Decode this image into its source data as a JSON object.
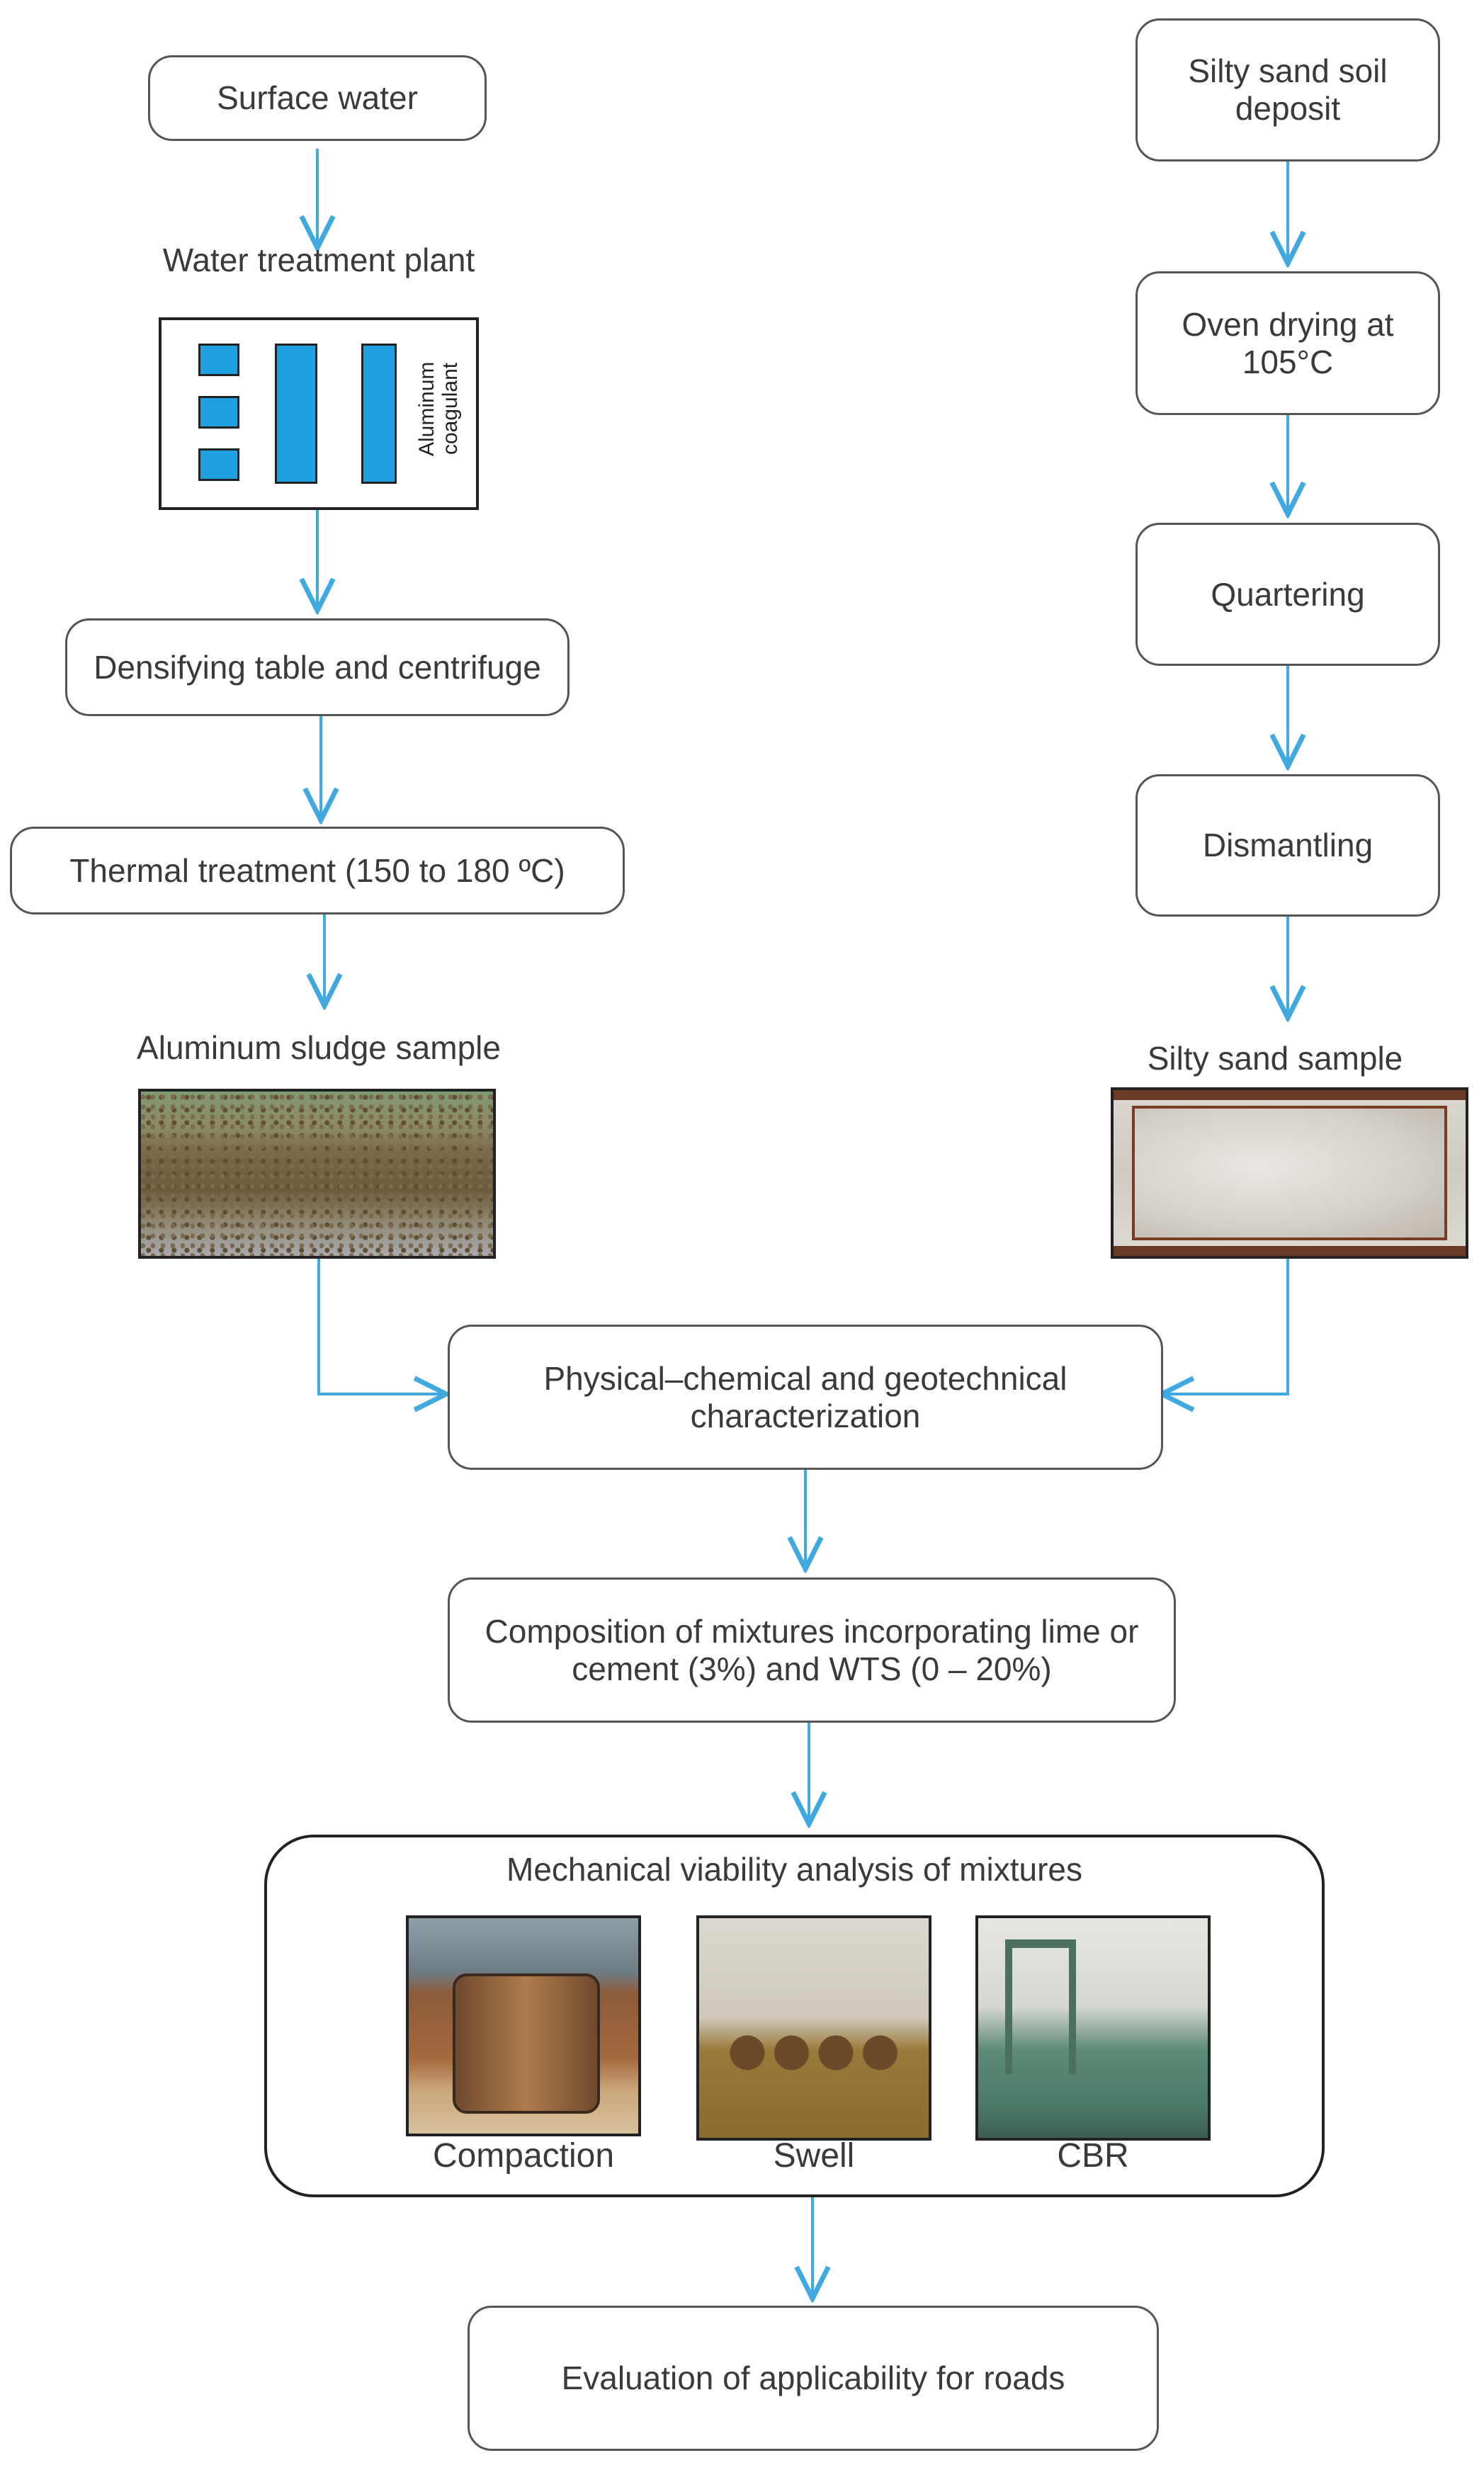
{
  "colors": {
    "arrow": "#3fa9e0",
    "plant_fill": "#1fa0e0",
    "box_border": "#555555"
  },
  "left_column": {
    "surface_water": "Surface water",
    "water_treatment_plant": "Water treatment plant",
    "aluminum_coagulant": "Aluminum coagulant",
    "densifying": "Densifying table and centrifuge",
    "thermal_treatment": "Thermal treatment (150 to 180 ºC)",
    "sludge_sample": "Aluminum sludge sample"
  },
  "right_column": {
    "soil_deposit": "Silty sand soil deposit",
    "oven_drying": "Oven drying at 105°C",
    "quartering": "Quartering",
    "dismantling": "Dismantling",
    "sand_sample": "Silty sand sample"
  },
  "center": {
    "characterization": "Physical–chemical and geotechnical characterization",
    "composition": "Composition of mixtures incorporating lime or cement (3%) and WTS (0 – 20%)",
    "mechanical_analysis": "Mechanical viability analysis of mixtures",
    "tests": [
      "Compaction",
      "Swell",
      "CBR"
    ],
    "evaluation": "Evaluation of applicability for roads"
  }
}
